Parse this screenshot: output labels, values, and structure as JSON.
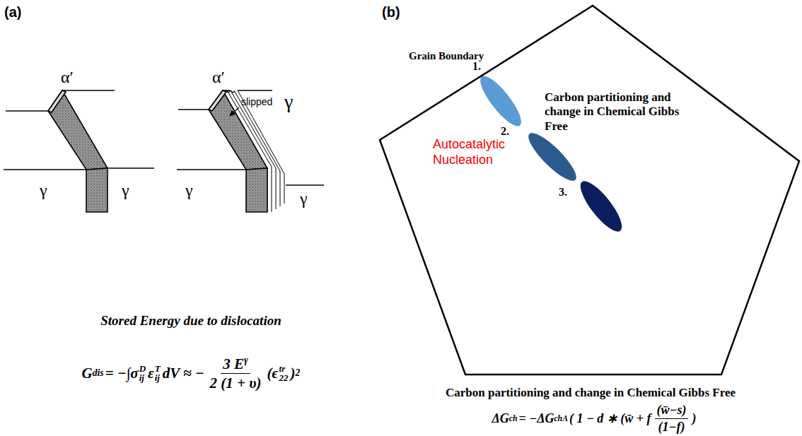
{
  "diagram": {
    "nodes": [
      {
        "text": [
          "Grain Boundary",
          "1.",
          "2.",
          "3.",
          "Autocatalytic Nucleation",
          "Carbon partitioning and change in Chemical Gibbs Free"
        ]
      }
    ],
    "labels": [
      "(a)",
      "(b)",
      "α′",
      "γ",
      "γ",
      "α′",
      "slipped",
      "γ",
      "γ",
      "γ",
      "Stored Energy due to dislocation",
      "G",
      "dis",
      "= −∫",
      "σ",
      "D",
      "ij",
      "ε",
      "T",
      "ij",
      "dV ≈ −",
      "3 E",
      "γ",
      "2 (1 + υ)",
      "(ϵ",
      "tr",
      "22",
      ")",
      "2",
      "Carbon partitioning and change in Chemical Gibbs Free",
      "ΔG",
      "ch",
      "= −ΔG",
      "chA",
      "( 1 − d ∗ (w̄ + f",
      "(w̄−s)",
      "(1−f)",
      ")"
    ]
  }
}
